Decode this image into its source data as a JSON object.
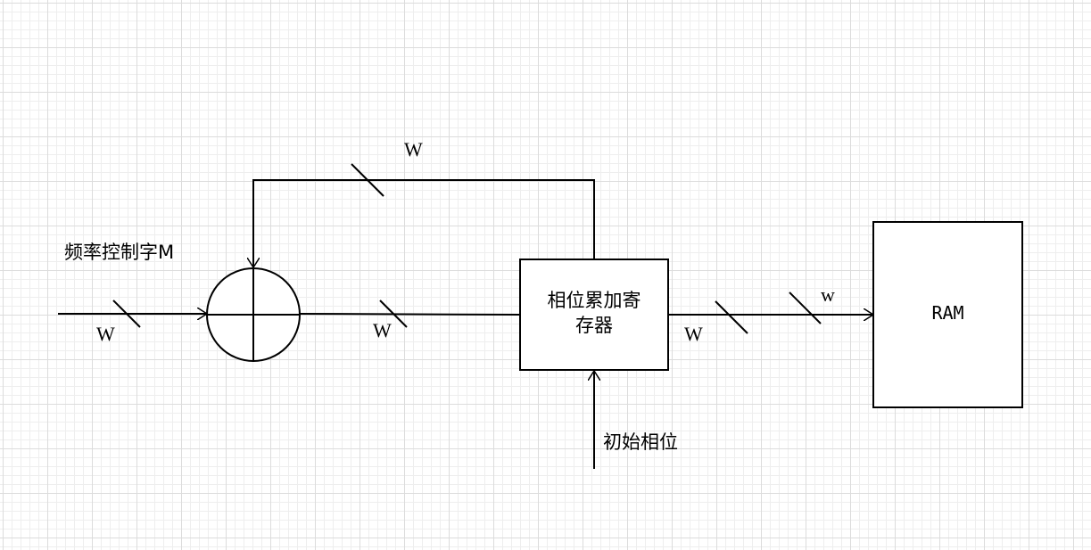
{
  "labels": {
    "freq_control_word": "频率控制字M",
    "accumulator_line1": "相位累加寄",
    "accumulator_line2": "存器",
    "initial_phase": "初始相位",
    "ram": "RAM",
    "w_input": "W",
    "w_adder_out": "W",
    "w_feedback": "W",
    "w_acc_out": "W",
    "w_ram_in": "w"
  }
}
